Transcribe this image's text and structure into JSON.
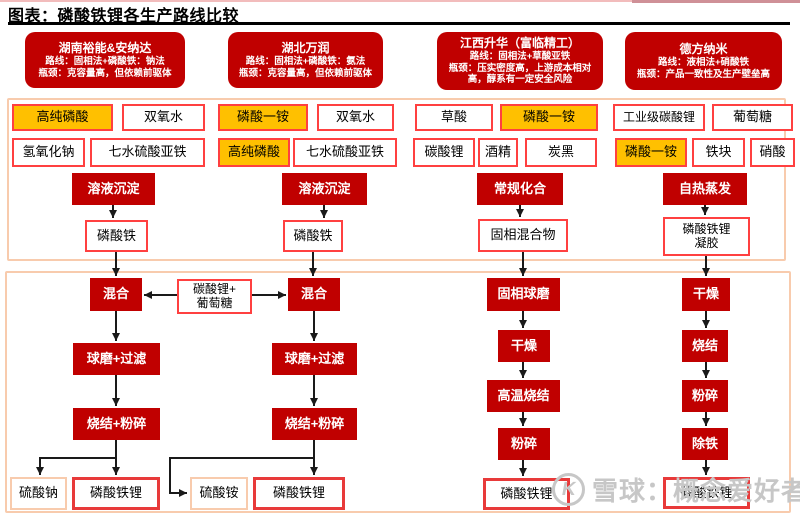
{
  "page_title": "图表：磷酸铁锂各生产路线比较",
  "colors": {
    "process_red": "#C00000",
    "highlight_yellow": "#FFC000",
    "box_border_red": "#FF4040",
    "container_border": "#F8CBAD",
    "final_border_red": "#E83A3A"
  },
  "companies": [
    {
      "name": "湖南裕能&安纳达",
      "route": "路线：固相法+磷酸铁：钠法",
      "bottleneck": "瓶颈：克容量高，但依赖前驱体",
      "materials": [
        {
          "label": "高纯磷酸",
          "highlight": true
        },
        {
          "label": "双氧水",
          "highlight": false
        },
        {
          "label": "氢氧化钠",
          "highlight": false
        },
        {
          "label": "七水硫酸亚铁",
          "highlight": false
        }
      ],
      "synthesis": "溶液沉淀",
      "intermediate": "磷酸铁",
      "steps": [
        "混合",
        "球磨+过滤",
        "烧结+粉碎"
      ],
      "byproduct": "硫酸钠",
      "final": "磷酸铁锂"
    },
    {
      "name": "湖北万润",
      "route": "路线：固相法+磷酸铁：氨法",
      "bottleneck": "瓶颈：克容量高，但依赖前驱体",
      "materials": [
        {
          "label": "磷酸一铵",
          "highlight": true
        },
        {
          "label": "双氧水",
          "highlight": false
        },
        {
          "label": "高纯磷酸",
          "highlight": true
        },
        {
          "label": "七水硫酸亚铁",
          "highlight": false
        }
      ],
      "synthesis": "溶液沉淀",
      "intermediate": "磷酸铁",
      "steps": [
        "混合",
        "球磨+过滤",
        "烧结+粉碎"
      ],
      "byproduct": "硫酸铵",
      "final": "磷酸铁锂"
    },
    {
      "name": "江西升华（富临精工）",
      "route": "路线：固相法+草酸亚铁",
      "bottleneck": "瓶颈：压实密度高，上游成本相对高，醇系有一定安全风险",
      "materials": [
        {
          "label": "草酸",
          "highlight": false
        },
        {
          "label": "磷酸一铵",
          "highlight": true
        },
        {
          "label": "碳酸锂",
          "highlight": false
        },
        {
          "label": "酒精",
          "highlight": false
        },
        {
          "label": "炭黑",
          "highlight": false
        }
      ],
      "synthesis": "常规化合",
      "intermediate": "固相混合物",
      "steps": [
        "固相球磨",
        "干燥",
        "高温烧结",
        "粉碎"
      ],
      "final": "磷酸铁锂"
    },
    {
      "name": "德方纳米",
      "route": "路线：液相法+硝酸铁",
      "bottleneck": "瓶颈：产品一致性及生产壁垒高",
      "materials": [
        {
          "label": "工业级碳酸锂",
          "highlight": false
        },
        {
          "label": "葡萄糖",
          "highlight": false
        },
        {
          "label": "磷酸一铵",
          "highlight": true
        },
        {
          "label": "铁块",
          "highlight": false
        },
        {
          "label": "硝酸",
          "highlight": false
        }
      ],
      "synthesis": "自热蒸发",
      "intermediate": "磷酸铁锂\n凝胶",
      "steps": [
        "干燥",
        "烧结",
        "粉碎",
        "除铁"
      ],
      "final": "磷酸铁锂"
    }
  ],
  "shared_additive": "碳酸锂+\n葡萄糖",
  "watermark": {
    "logo": "K",
    "text": "雪球：概念爱好者"
  }
}
